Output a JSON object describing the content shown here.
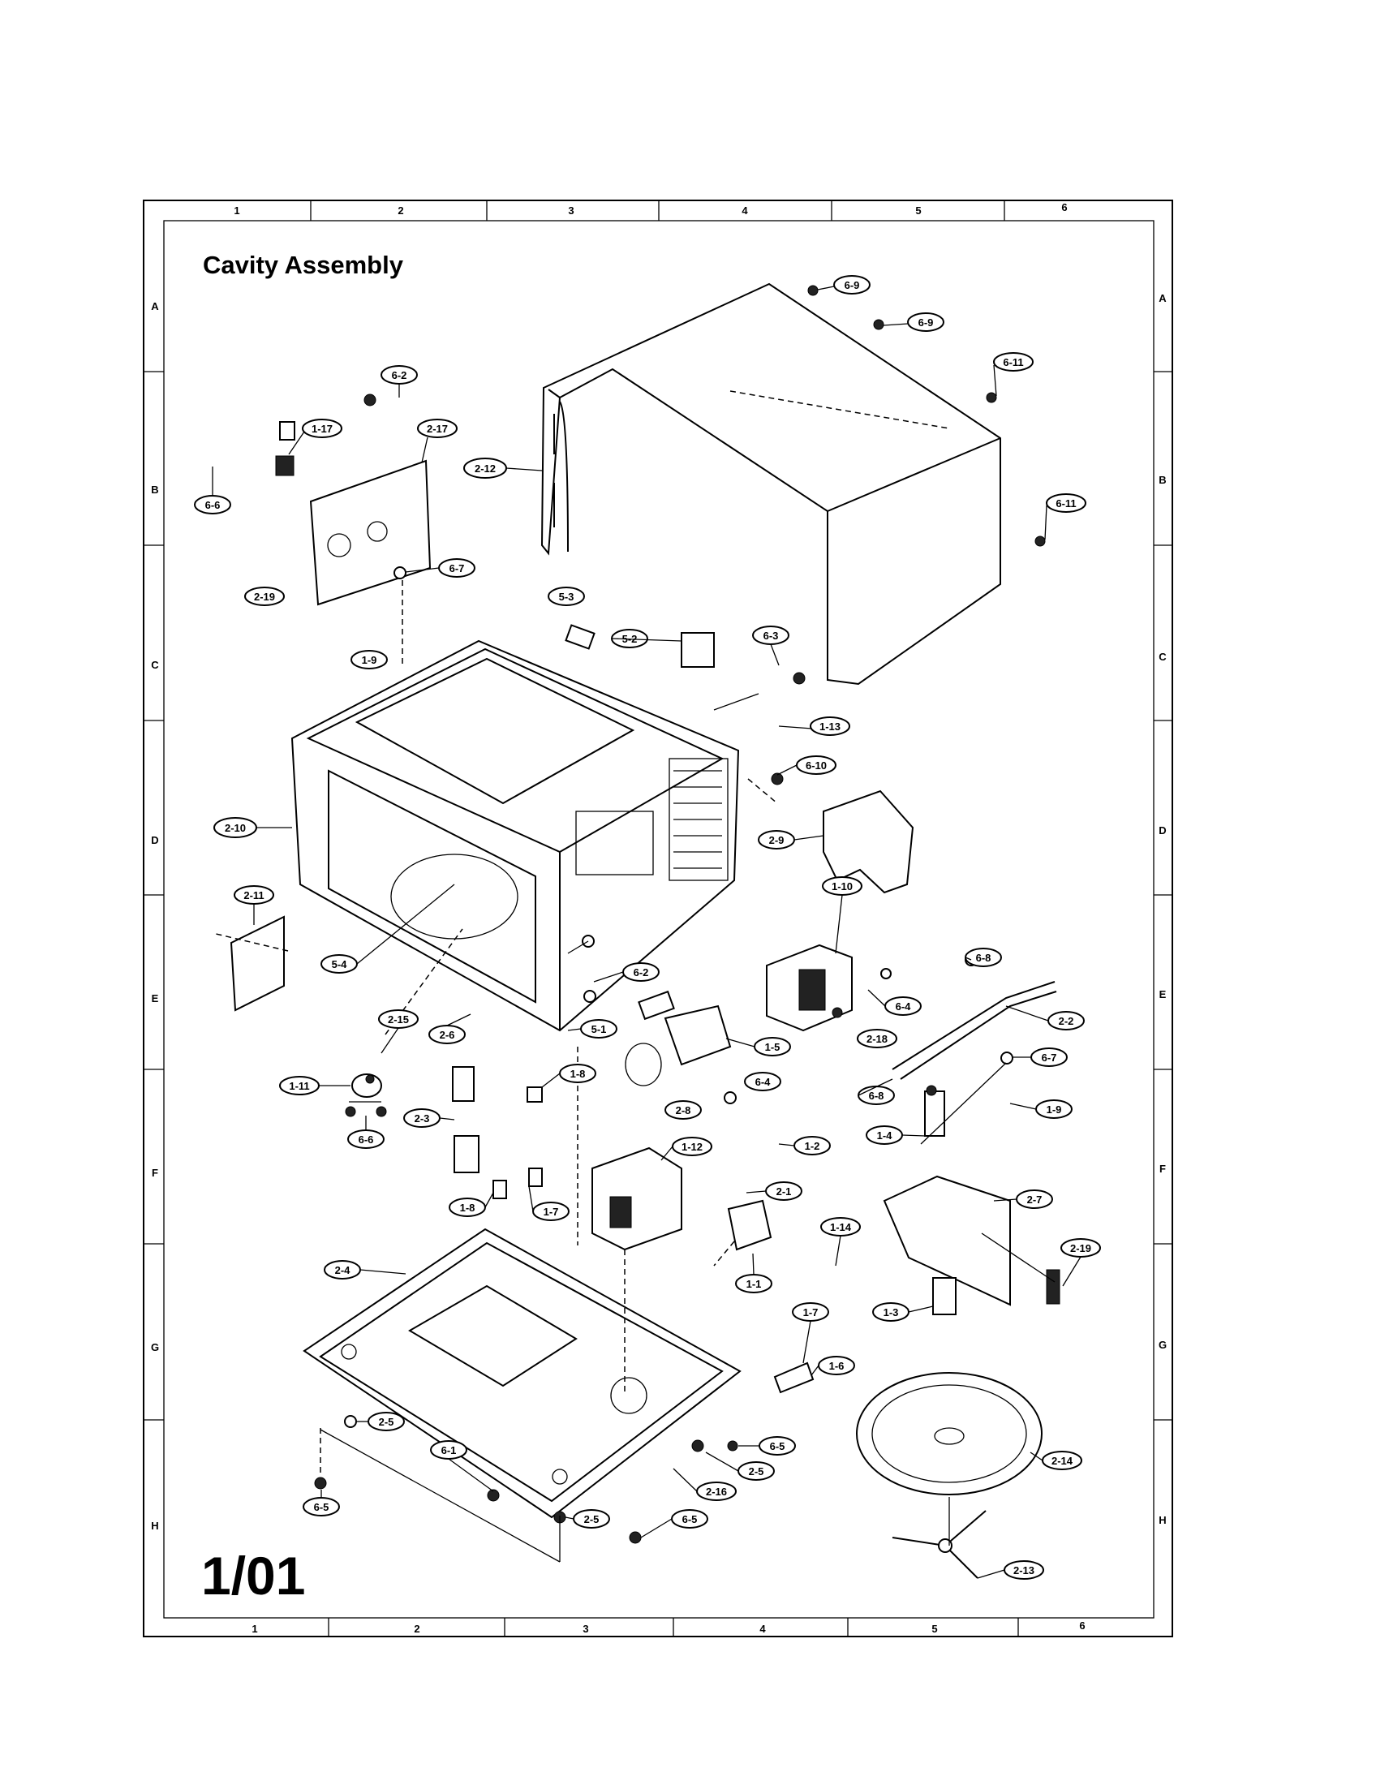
{
  "title": "Cavity Assembly",
  "page_number": "1/01",
  "grid": {
    "columns": [
      "1",
      "2",
      "3",
      "4",
      "5",
      "6"
    ],
    "rows": [
      "A",
      "B",
      "C",
      "D",
      "E",
      "F",
      "G",
      "H"
    ]
  },
  "callouts": [
    {
      "id": "c_6_9a",
      "label": "6-9"
    },
    {
      "id": "c_6_9b",
      "label": "6-9"
    },
    {
      "id": "c_6_11a",
      "label": "6-11"
    },
    {
      "id": "c_6_11b",
      "label": "6-11"
    },
    {
      "id": "c_2_12",
      "label": "2-12"
    },
    {
      "id": "c_6_2a",
      "label": "6-2"
    },
    {
      "id": "c_1_17",
      "label": "1-17"
    },
    {
      "id": "c_2_17",
      "label": "2-17"
    },
    {
      "id": "c_6_6a",
      "label": "6-6"
    },
    {
      "id": "c_6_7a",
      "label": "6-7"
    },
    {
      "id": "c_2_19a",
      "label": "2-19"
    },
    {
      "id": "c_5_3",
      "label": "5-3"
    },
    {
      "id": "c_5_2",
      "label": "5-2"
    },
    {
      "id": "c_6_3",
      "label": "6-3"
    },
    {
      "id": "c_1_9a",
      "label": "1-9"
    },
    {
      "id": "c_1_13",
      "label": "1-13"
    },
    {
      "id": "c_6_10",
      "label": "6-10"
    },
    {
      "id": "c_2_10",
      "label": "2-10"
    },
    {
      "id": "c_2_9",
      "label": "2-9"
    },
    {
      "id": "c_1_10",
      "label": "1-10"
    },
    {
      "id": "c_2_11",
      "label": "2-11"
    },
    {
      "id": "c_5_4",
      "label": "5-4"
    },
    {
      "id": "c_6_2b",
      "label": "6-2"
    },
    {
      "id": "c_6_8a",
      "label": "6-8"
    },
    {
      "id": "c_6_4a",
      "label": "6-4"
    },
    {
      "id": "c_2_18a",
      "label": "2-18"
    },
    {
      "id": "c_2_2",
      "label": "2-2"
    },
    {
      "id": "c_5_1",
      "label": "5-1"
    },
    {
      "id": "c_2_15",
      "label": "2-15"
    },
    {
      "id": "c_2_6",
      "label": "2-6"
    },
    {
      "id": "c_1_5",
      "label": "1-5"
    },
    {
      "id": "c_6_7b",
      "label": "6-7"
    },
    {
      "id": "c_1_11",
      "label": "1-11"
    },
    {
      "id": "c_1_8a",
      "label": "1-8"
    },
    {
      "id": "c_6_4b",
      "label": "6-4"
    },
    {
      "id": "c_6_8b",
      "label": "6-8"
    },
    {
      "id": "c_2_3",
      "label": "2-3"
    },
    {
      "id": "c_2_8",
      "label": "2-8"
    },
    {
      "id": "c_1_9b",
      "label": "1-9"
    },
    {
      "id": "c_6_6b",
      "label": "6-6"
    },
    {
      "id": "c_1_2",
      "label": "1-2"
    },
    {
      "id": "c_1_4",
      "label": "1-4"
    },
    {
      "id": "c_1_12",
      "label": "1-12"
    },
    {
      "id": "c_2_1",
      "label": "2-1"
    },
    {
      "id": "c_2_7",
      "label": "2-7"
    },
    {
      "id": "c_1_8b",
      "label": "1-8"
    },
    {
      "id": "c_1_7a",
      "label": "1-7"
    },
    {
      "id": "c_1_14",
      "label": "1-14"
    },
    {
      "id": "c_2_19b",
      "label": "2-19"
    },
    {
      "id": "c_2_4",
      "label": "2-4"
    },
    {
      "id": "c_1_1",
      "label": "1-1"
    },
    {
      "id": "c_1_3",
      "label": "1-3"
    },
    {
      "id": "c_1_7b",
      "label": "1-7"
    },
    {
      "id": "c_1_6",
      "label": "1-6"
    },
    {
      "id": "c_2_5a",
      "label": "2-5"
    },
    {
      "id": "c_6_5a",
      "label": "6-5"
    },
    {
      "id": "c_6_1",
      "label": "6-1"
    },
    {
      "id": "c_2_5b",
      "label": "2-5"
    },
    {
      "id": "c_2_14",
      "label": "2-14"
    },
    {
      "id": "c_2_16",
      "label": "2-16"
    },
    {
      "id": "c_6_5b",
      "label": "6-5"
    },
    {
      "id": "c_2_5c",
      "label": "2-5"
    },
    {
      "id": "c_6_5c",
      "label": "6-5"
    },
    {
      "id": "c_2_13",
      "label": "2-13"
    }
  ]
}
